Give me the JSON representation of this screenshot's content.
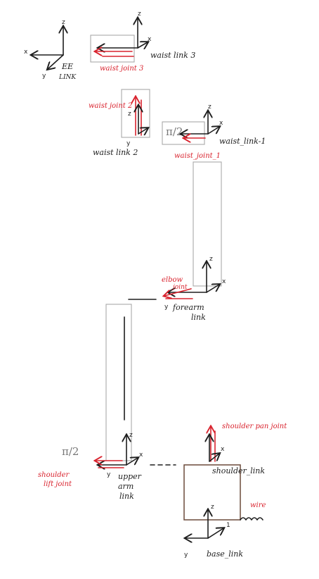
{
  "axes": {
    "x": "x",
    "y": "y",
    "z": "z"
  },
  "ee_link": {
    "line1": "EE",
    "line2": "LINK"
  },
  "wrist_link_3": "waist link 3",
  "wrist_joint_3": "waist joint 3",
  "wrist_joint_2": "waist joint 2",
  "wrist_link_2": "waist link 2",
  "wrist_link_1": "waist_link-1",
  "wrist_joint_1": "waist_joint_1",
  "angle_pi_half": "π/2",
  "elbow_joint": {
    "line1": "elbow",
    "line2": "joint"
  },
  "forearm_link": {
    "line1": "forearm",
    "line2": "link"
  },
  "upper_arm_link": {
    "line1": "upper",
    "line2": "arm",
    "line3": "link"
  },
  "shoulder_lift_joint": {
    "line1": "shoulder",
    "line2": "lift joint"
  },
  "shoulder_pan_joint": "shoulder pan joint",
  "shoulder_link": "shoulder_link",
  "wire": "wire",
  "base_link": "base_link",
  "joint_index": "1",
  "colors": {
    "ink": "#1e1e1e",
    "annotation": "#d9232e",
    "outline": "#a8a8a8",
    "base": "#6b4a3a"
  }
}
